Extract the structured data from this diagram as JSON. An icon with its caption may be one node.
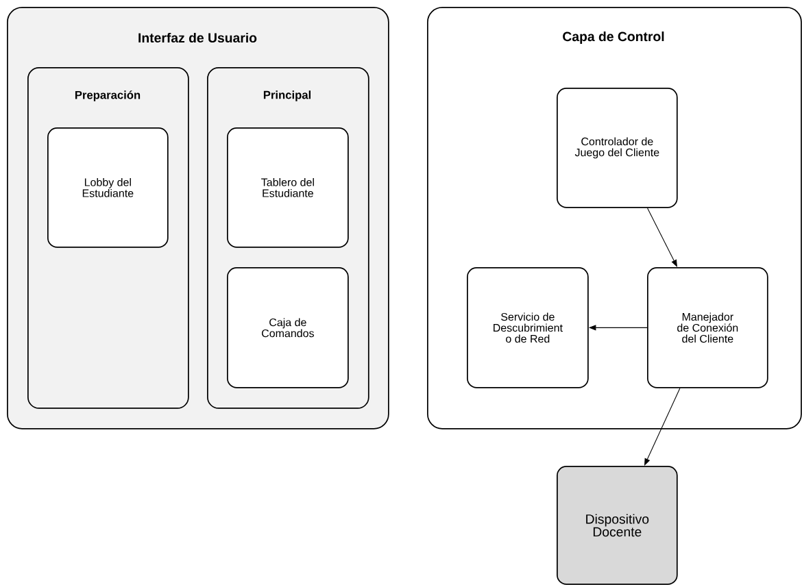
{
  "diagram": {
    "nodes": [
      {
        "text": [
          "Interfaz de Usuario"
        ]
      },
      {
        "text": [
          "Preparación"
        ],
        "in": 0
      },
      {
        "text": [
          "Lobby del Estudiante"
        ],
        "in": 1
      },
      {
        "text": [
          "Principal"
        ],
        "in": 0
      },
      {
        "text": [
          "Tablero del Estudiante"
        ],
        "in": 3
      },
      {
        "text": [
          "Caja de Comandos"
        ],
        "in": 3
      },
      {
        "text": [
          "Capa de Control"
        ]
      },
      {
        "text": [
          "Controlador de Juego del Cliente"
        ],
        "in": 6
      },
      {
        "text": [
          "Servicio de Descubrimient o de Red"
        ],
        "in": 6
      },
      {
        "text": [
          "Manejador de Conexión del Cliente"
        ],
        "in": 6
      },
      {
        "text": [
          "Dispositivo Docente"
        ]
      }
    ],
    "edges": [
      {
        "from": 7,
        "to": 9,
        "arrow": "to"
      },
      {
        "from": 9,
        "to": 8,
        "arrow": "to"
      },
      {
        "from": 9,
        "to": 10,
        "arrow": "to"
      }
    ]
  }
}
